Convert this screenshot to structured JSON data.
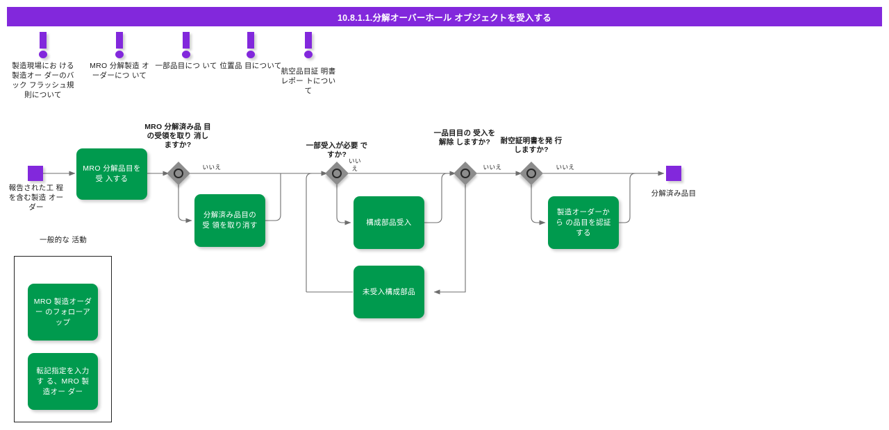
{
  "header": {
    "title": "10.8.1.1.分解オーバーホール オブジェクトを受入する",
    "bg_color": "#8228dc",
    "text_color": "#ffffff"
  },
  "colors": {
    "accent_purple": "#8228dc",
    "task_green": "#009a4e",
    "gateway_gray": "#8c8c8c",
    "connector_gray": "#6e6e6e",
    "text_dark": "#1a1a1a"
  },
  "notes": [
    {
      "icon": "exclamation-icon",
      "text": "製造現場にお ける製造オー ダーのバック フラッシュ規 則について"
    },
    {
      "icon": "exclamation-icon",
      "text": "MRO 分解製造 オーダーにつ いて"
    },
    {
      "icon": "exclamation-icon",
      "text": "一部品目につ いて"
    },
    {
      "icon": "exclamation-icon",
      "text": "位置品 目について"
    },
    {
      "icon": "exclamation-icon",
      "text": "航空品目証 明書 レポー トについ て"
    }
  ],
  "events": [
    {
      "id": "start",
      "label": "報告された工 程を含む製造 オーダー"
    },
    {
      "id": "end",
      "label": "分解済み品目"
    }
  ],
  "tasks": [
    {
      "id": "task-receive-mro",
      "text": "MRO 分解品目を受 入する"
    },
    {
      "id": "task-cancel-receipt",
      "text": "分解済み品目の受 領を取り消す"
    },
    {
      "id": "task-receive-components",
      "text": "構成部品受入"
    },
    {
      "id": "task-unreceived-components",
      "text": "未受入構成部品"
    },
    {
      "id": "task-certify-items",
      "text": "製造オーダーから の品目を認証する"
    }
  ],
  "group": {
    "label": "一般的な 活動",
    "tasks": [
      {
        "id": "task-followup-mro",
        "text": "MRO 製造オーダー のフォローアップ"
      },
      {
        "id": "task-posting-designation",
        "text": "転記指定を入力す る、MRO 製造オー ダー"
      }
    ]
  },
  "gateways": [
    {
      "id": "gw-cancel-receipt",
      "label": "MRO 分解済み品 目の受領を取り 消しますか?",
      "no_label": "いいえ"
    },
    {
      "id": "gw-partial-receipt",
      "label": "一部受入が必要 ですか?",
      "no_label": "いい え"
    },
    {
      "id": "gw-undo-item-receipt",
      "label": "一品目目の 受入を解除 しますか?",
      "no_label": "いいえ"
    },
    {
      "id": "gw-issue-airworthiness",
      "label": "耐空証明書を発 行しますか?",
      "no_label": "いいえ"
    }
  ]
}
